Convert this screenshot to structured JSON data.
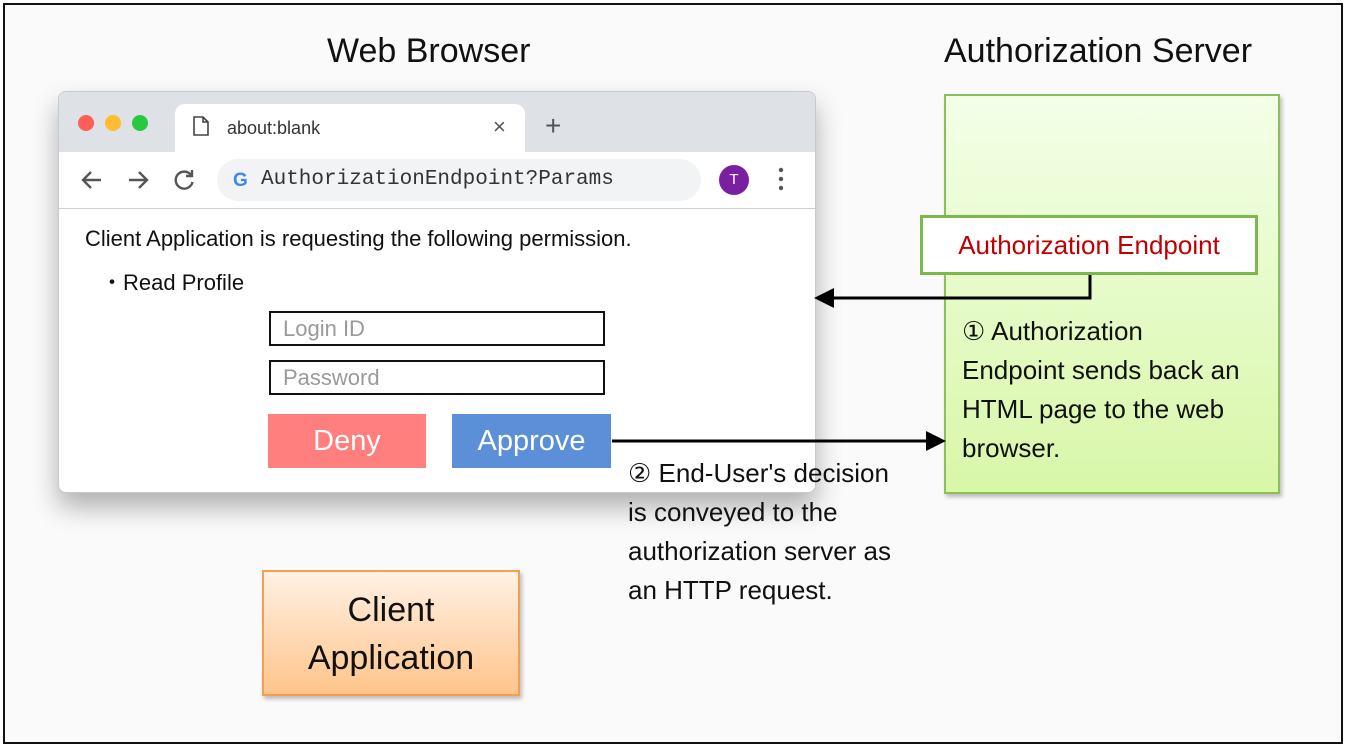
{
  "headings": {
    "web_browser": "Web Browser",
    "authorization_server": "Authorization Server"
  },
  "browser": {
    "tab_title": "about:blank",
    "tab_close": "×",
    "new_tab": "+",
    "url": "AuthorizationEndpoint?Params",
    "omnibox_icon": "G",
    "avatar_letter": "T",
    "traffic_lights": {
      "close": "#ff5f57",
      "minimize": "#febc2e",
      "zoom": "#28c840"
    }
  },
  "consent": {
    "message": "Client Application is requesting the following permission.",
    "permission": "・Read Profile",
    "login_placeholder": "Login ID",
    "password_placeholder": "Password",
    "deny_label": "Deny",
    "approve_label": "Approve",
    "deny_color": "#ff7f7f",
    "approve_color": "#5b8fd8"
  },
  "server": {
    "endpoint_label": "Authorization Endpoint",
    "note1": [
      "① Authorization",
      "Endpoint sends back an",
      "HTML page to the web",
      "browser."
    ]
  },
  "note2": [
    "② End-User's decision",
    "is conveyed to the",
    "authorization server as",
    "an HTTP request."
  ],
  "client_box": [
    "Client",
    "Application"
  ]
}
